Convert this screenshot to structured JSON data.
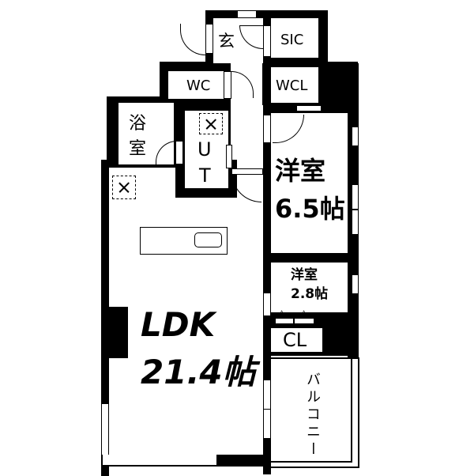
{
  "floor_plan": {
    "rooms": {
      "entrance": {
        "label": "玄"
      },
      "sic": {
        "label": "SIC"
      },
      "wc": {
        "label": "WC"
      },
      "wcl": {
        "label": "WCL"
      },
      "bath": {
        "label_line1": "浴",
        "label_line2": "室"
      },
      "utility": {
        "label_line1": "U",
        "label_line2": "T"
      },
      "western_room_1": {
        "label_line1": "洋室",
        "label_line2": "6.5帖"
      },
      "western_room_2": {
        "label_line1": "洋室",
        "label_line2": "2.8帖"
      },
      "closet": {
        "label": "CL"
      },
      "ldk": {
        "label_line1": "LDK",
        "label_line2": "21.4帖"
      },
      "balcony": {
        "label": "バルコニー"
      }
    },
    "colors": {
      "wall": "#000000",
      "background": "#ffffff"
    }
  }
}
